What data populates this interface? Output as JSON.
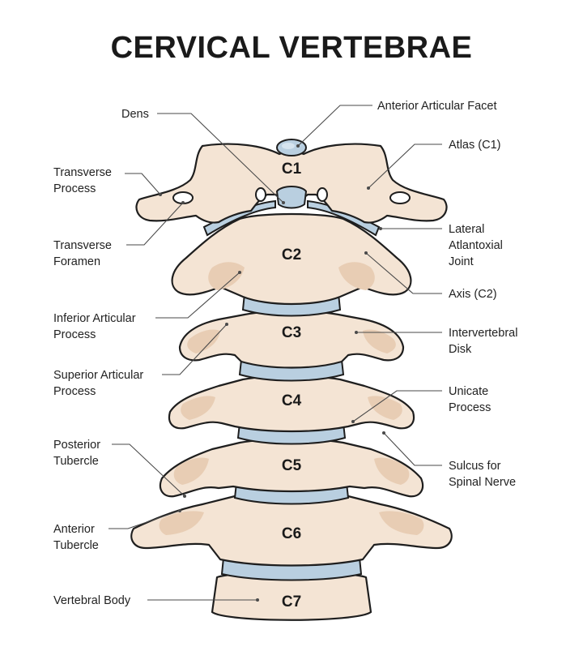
{
  "title": "CERVICAL VERTEBRAE",
  "vertebrae": [
    "C1",
    "C2",
    "C3",
    "C4",
    "C5",
    "C6",
    "C7"
  ],
  "labels_left": [
    {
      "id": "dens",
      "lines": [
        "Dens"
      ]
    },
    {
      "id": "transverse-process",
      "lines": [
        "Transverse",
        "Process"
      ]
    },
    {
      "id": "transverse-foramen",
      "lines": [
        "Transverse",
        "Foramen"
      ]
    },
    {
      "id": "inferior-articular-process",
      "lines": [
        "Inferior Articular",
        "Process"
      ]
    },
    {
      "id": "superior-articular-process",
      "lines": [
        "Superior Articular",
        "Process"
      ]
    },
    {
      "id": "posterior-tubercle",
      "lines": [
        "Posterior",
        "Tubercle"
      ]
    },
    {
      "id": "anterior-tubercle",
      "lines": [
        "Anterior",
        "Tubercle"
      ]
    },
    {
      "id": "vertebral-body",
      "lines": [
        "Vertebral Body"
      ]
    }
  ],
  "labels_right": [
    {
      "id": "anterior-articular-facet",
      "lines": [
        "Anterior Articular Facet"
      ]
    },
    {
      "id": "atlas",
      "lines": [
        "Atlas (C1)"
      ]
    },
    {
      "id": "lateral-atlantoaxial-joint",
      "lines": [
        "Lateral",
        "Atlantoxial",
        "Joint"
      ]
    },
    {
      "id": "axis",
      "lines": [
        "Axis (C2)"
      ]
    },
    {
      "id": "intervertebral-disk",
      "lines": [
        "Intervertebral",
        "Disk"
      ]
    },
    {
      "id": "unicate-process",
      "lines": [
        "Unicate",
        "Process"
      ]
    },
    {
      "id": "sulcus-spinal-nerve",
      "lines": [
        "Sulcus for",
        "Spinal Nerve"
      ]
    }
  ],
  "colors": {
    "bone": "#f4e4d4",
    "shade": "#e8cdb4",
    "disk": "#b9cfe0",
    "outline": "#1e1e1e"
  }
}
